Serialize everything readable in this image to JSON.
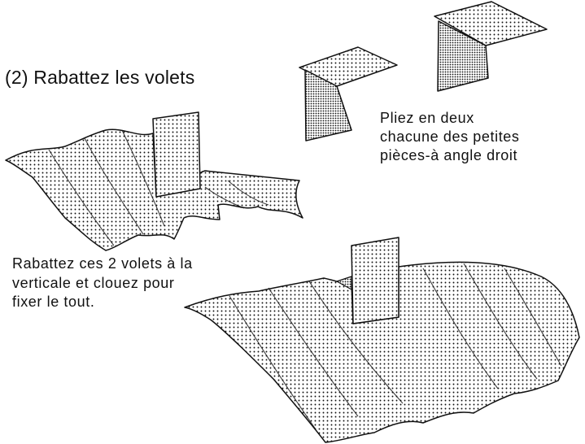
{
  "step_title": "(2) Rabattez les volets",
  "fold_instruction": "Pliez en deux\nchacune des petites\npièces-à angle droit",
  "raise_instruction": "Rabattez ces 2 volets à la\nverticale et clouez pour\nfixer le tout.",
  "colors": {
    "ink": "#111111",
    "paper": "#ffffff"
  }
}
